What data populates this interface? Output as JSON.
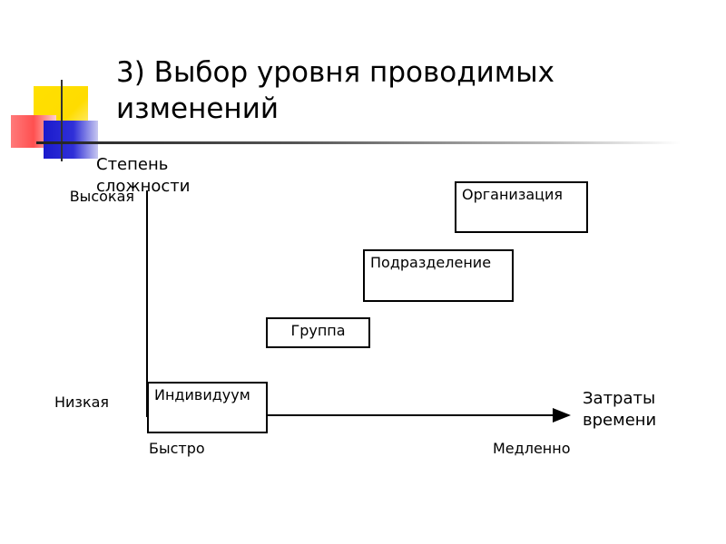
{
  "title": "3) Выбор уровня проводимых изменений",
  "y_axis": {
    "label": "Степень сложности",
    "high_label": "Высокая",
    "low_label": "Низкая"
  },
  "x_axis": {
    "label": "Затраты времени",
    "fast_label": "Быстро",
    "slow_label": "Медленно"
  },
  "levels": [
    {
      "label": "Индивидуум"
    },
    {
      "label": "Группа"
    },
    {
      "label": "Подразделение"
    },
    {
      "label": "Организация"
    }
  ]
}
